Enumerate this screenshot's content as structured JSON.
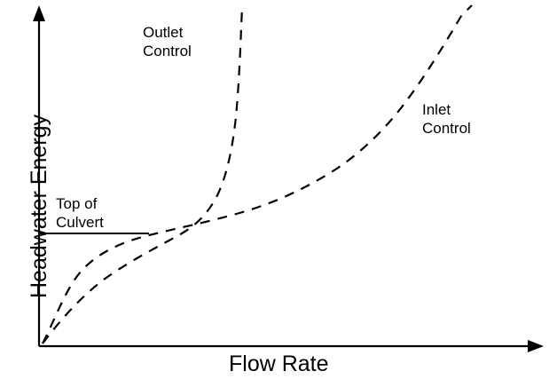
{
  "chart_data": {
    "type": "line",
    "title": "",
    "xlabel": "Flow Rate",
    "ylabel": "Headwater Energy",
    "xlim": [
      0,
      1
    ],
    "ylim": [
      0,
      1
    ],
    "grid": false,
    "axis_ticks": false,
    "legend": "none",
    "annotations": [
      {
        "id": "outlet-control",
        "text_lines": [
          "Outlet",
          "Control"
        ],
        "x": 0.22,
        "y": 0.93
      },
      {
        "id": "inlet-control",
        "text_lines": [
          "Inlet",
          "Control"
        ],
        "x": 0.78,
        "y": 0.72
      },
      {
        "id": "top-of-culvert",
        "text_lines": [
          "Top of",
          "Culvert"
        ],
        "x": 0.05,
        "y": 0.44
      }
    ],
    "series": [
      {
        "name": "Inlet Control",
        "style": "dashed",
        "color": "#000000",
        "x": [
          0.02,
          0.06,
          0.11,
          0.17,
          0.24,
          0.29,
          0.36,
          0.45,
          0.56,
          0.68,
          0.79,
          0.87,
          0.92,
          0.95
        ],
        "y": [
          0.02,
          0.12,
          0.24,
          0.34,
          0.42,
          0.46,
          0.5,
          0.54,
          0.6,
          0.68,
          0.78,
          0.87,
          0.94,
          1.0
        ]
      },
      {
        "name": "Outlet Control",
        "style": "dashed",
        "color": "#000000",
        "x": [
          0.02,
          0.08,
          0.15,
          0.22,
          0.28,
          0.33,
          0.36,
          0.38,
          0.39,
          0.4,
          0.405
        ],
        "y": [
          0.02,
          0.14,
          0.28,
          0.4,
          0.48,
          0.58,
          0.7,
          0.82,
          0.91,
          0.97,
          1.0
        ]
      },
      {
        "name": "Top of Culvert reference line",
        "style": "solid",
        "color": "#000000",
        "x": [
          0.0,
          0.205
        ],
        "y": [
          0.42,
          0.42
        ]
      }
    ]
  },
  "axes": {
    "x_axis_label": "Flow Rate",
    "y_axis_label": "Headwater Energy",
    "x_arrow": true,
    "y_arrow": true
  },
  "labels": {
    "outlet_control_line1": "Outlet",
    "outlet_control_line2": "Control",
    "inlet_control_line1": "Inlet",
    "inlet_control_line2": "Control",
    "top_of_culvert_line1": "Top of",
    "top_of_culvert_line2": "Culvert"
  },
  "colors": {
    "ink": "#000000",
    "background": "#ffffff"
  }
}
